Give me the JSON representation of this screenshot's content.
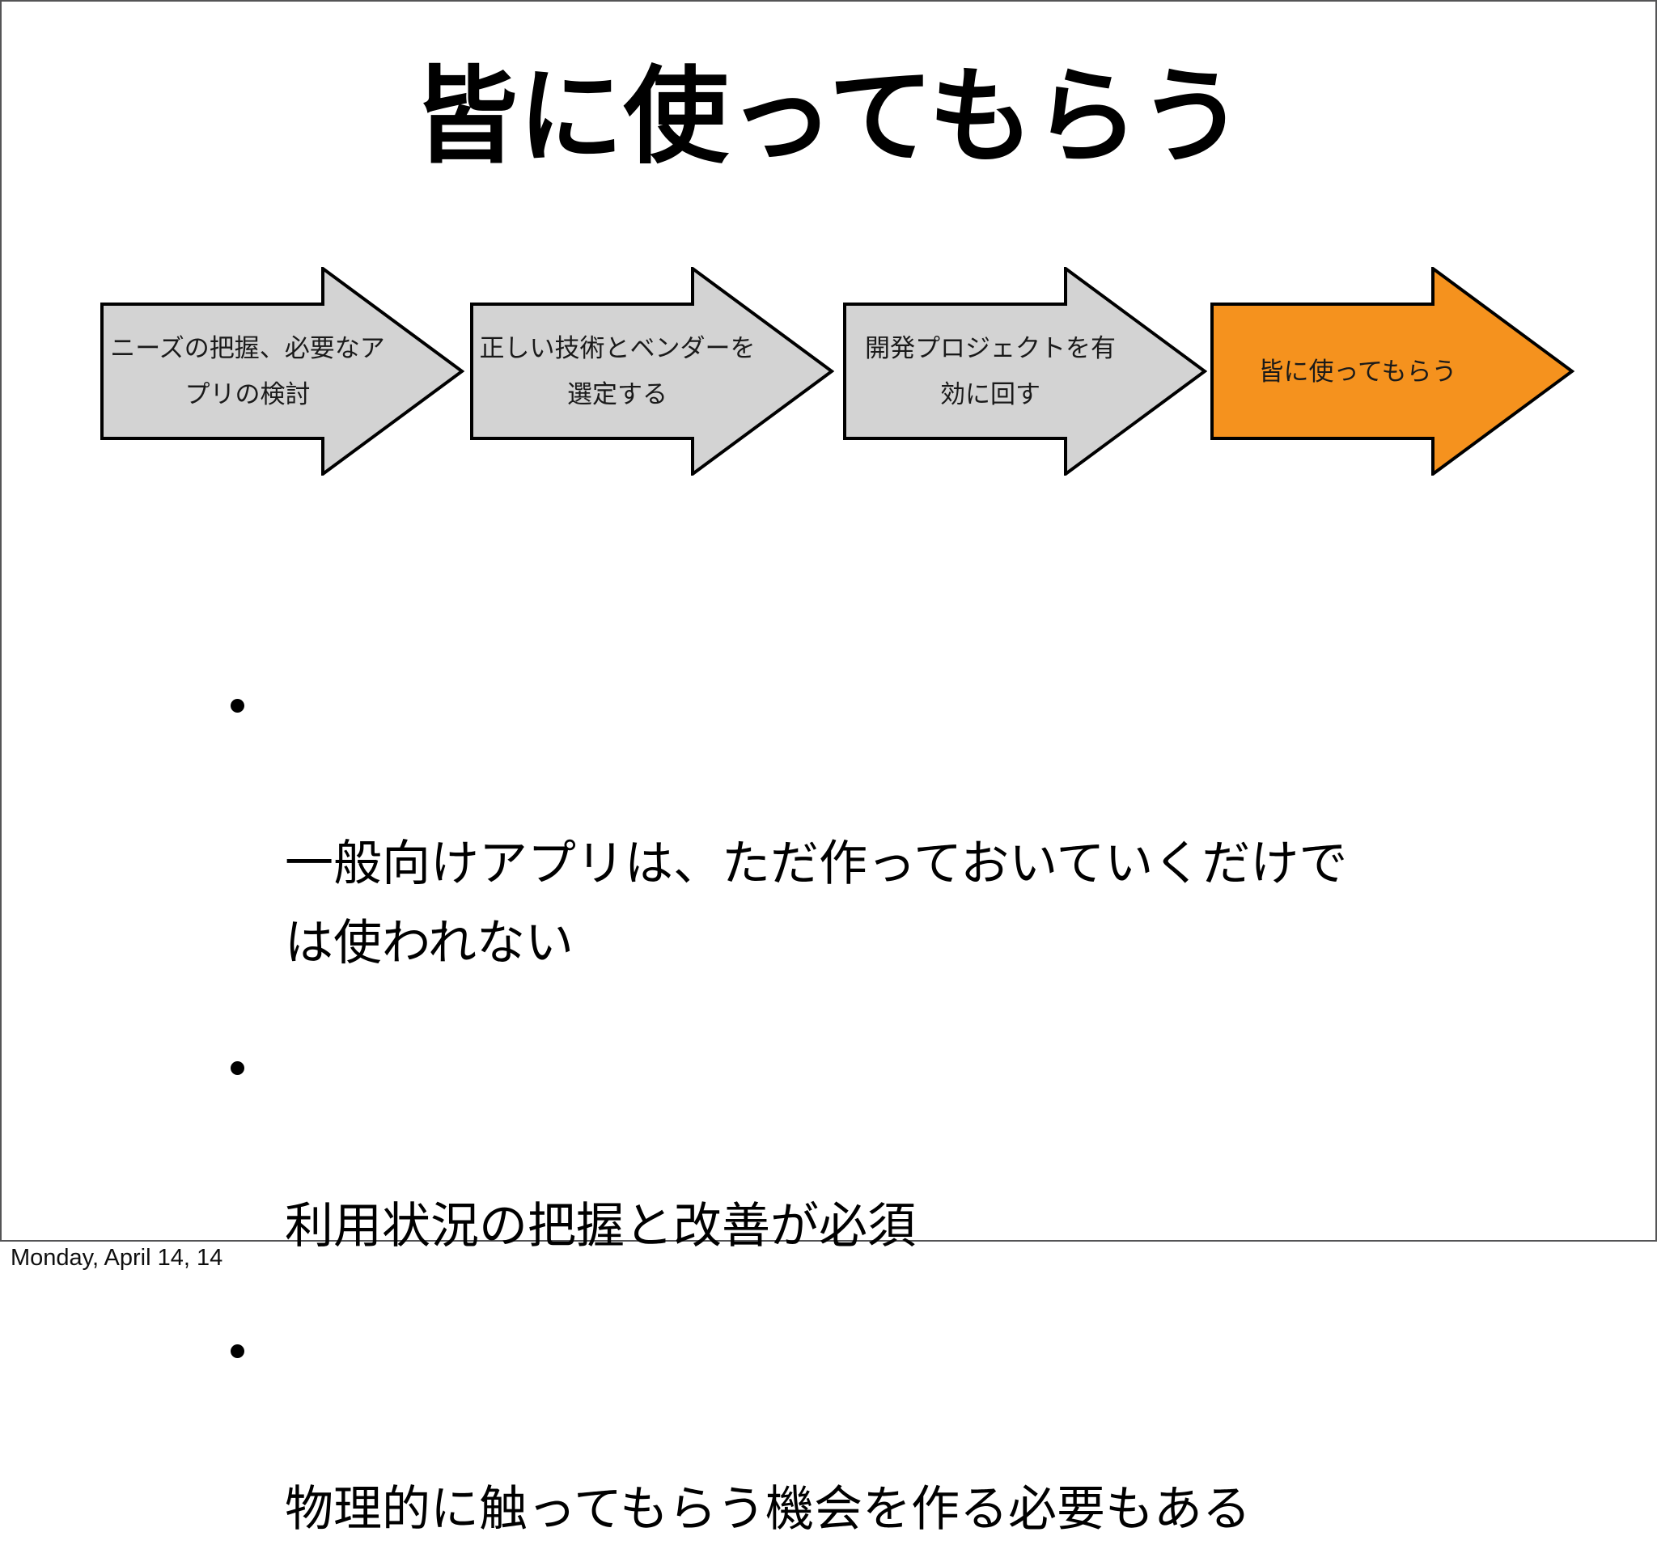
{
  "title": "皆に使ってもらう",
  "process_flow": {
    "steps": [
      {
        "label": "ニーズの把握、必要なア\nプリの検討",
        "fill": "#d3d3d3",
        "highlighted": false
      },
      {
        "label": "正しい技術とベンダーを\n選定する",
        "fill": "#d3d3d3",
        "highlighted": false
      },
      {
        "label": "開発プロジェクトを有\n効に回す",
        "fill": "#d3d3d3",
        "highlighted": false
      },
      {
        "label": "皆に使ってもらう",
        "fill": "#f5921e",
        "highlighted": true
      }
    ],
    "outline_color": "#000000"
  },
  "bullets": [
    "一般向けアプリは、ただ作っておいていくだけで\nは使われない",
    "利用状況の把握と改善が必須",
    "物理的に触ってもらう機会を作る必要もある"
  ],
  "footer": {
    "date_label": "Monday, April 14, 14"
  },
  "colors": {
    "step_gray": "#d3d3d3",
    "step_accent_orange": "#f5921e",
    "slide_border": "#545456",
    "text": "#000000"
  }
}
